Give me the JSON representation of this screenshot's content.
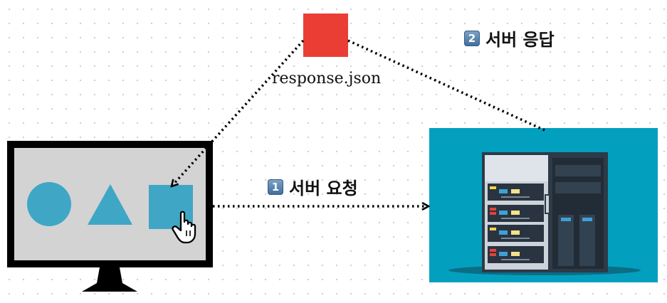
{
  "diagram": {
    "file": {
      "name": "response.json",
      "color": "#ea3e34"
    },
    "request": {
      "number": "1",
      "text": "서버 요청"
    },
    "response": {
      "number": "2",
      "text": "서버 응답"
    },
    "colors": {
      "monitor_frame": "#000000",
      "screen": "#d3d3d3",
      "shape_fill": "#3fa6c5",
      "server_panel": "#039fbf",
      "badge": "#4f7eae"
    },
    "icons": [
      "circle-icon",
      "triangle-icon",
      "square-icon",
      "hand-pointer-icon",
      "server-rack-icon"
    ]
  }
}
